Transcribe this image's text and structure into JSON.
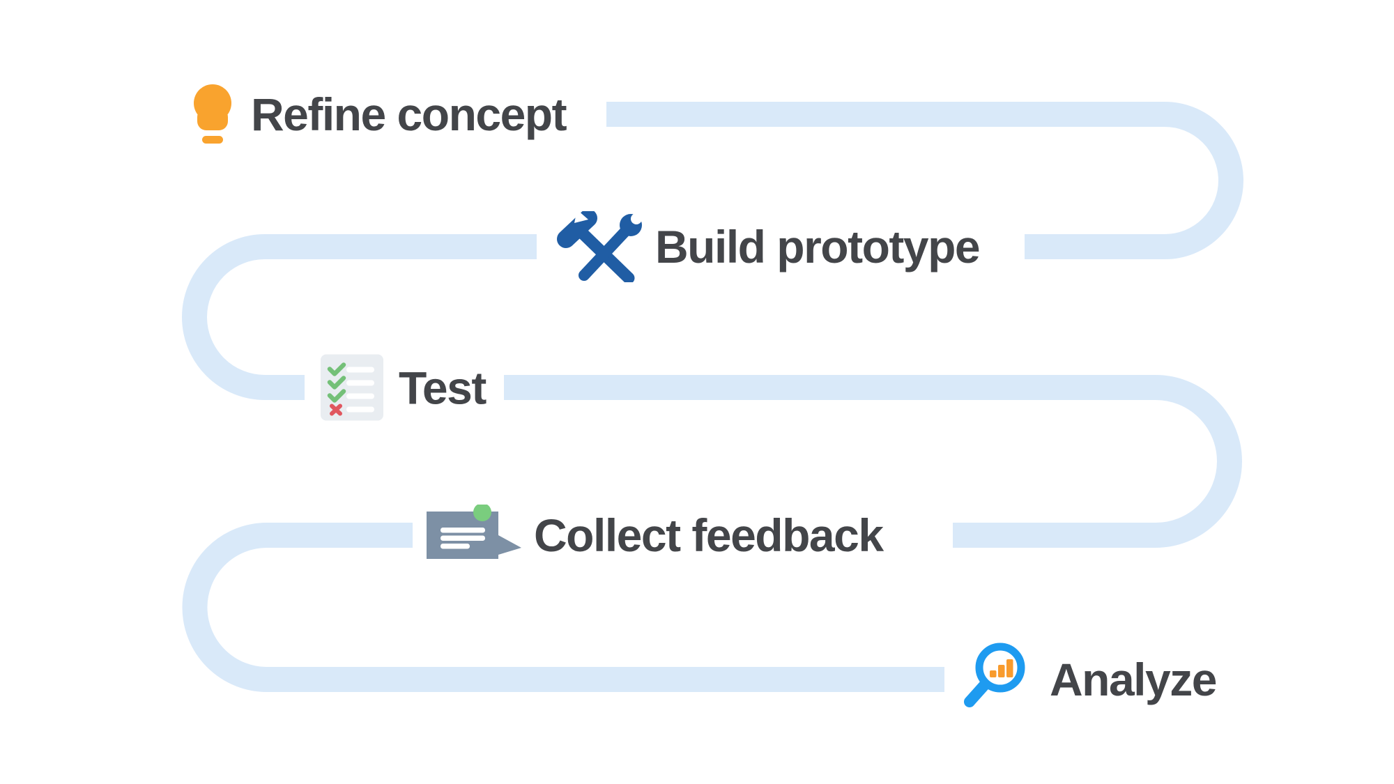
{
  "diagram": {
    "kind": "serpentine-process-flow",
    "steps": [
      {
        "label": "Refine concept",
        "icon": "lightbulb-icon"
      },
      {
        "label": "Build prototype",
        "icon": "hammer-wrench-icon"
      },
      {
        "label": "Test",
        "icon": "checklist-icon"
      },
      {
        "label": "Collect feedback",
        "icon": "speech-bubble-icon"
      },
      {
        "label": "Analyze",
        "icon": "magnifier-chart-icon"
      }
    ],
    "colors": {
      "path": "#D9E9F9",
      "text": "#434549",
      "lightbulb_orange": "#F9A32E",
      "tools_blue": "#205DA4",
      "checklist_paper": "#E9EDF1",
      "check_green": "#74C078",
      "cross_red": "#E0575F",
      "bubble_slate": "#7D90A5",
      "notification_green": "#7ACD7E",
      "magnifier_blue": "#1E9BF0",
      "chart_bar_orange": "#F89B2D",
      "background": "#FFFFFF"
    }
  }
}
